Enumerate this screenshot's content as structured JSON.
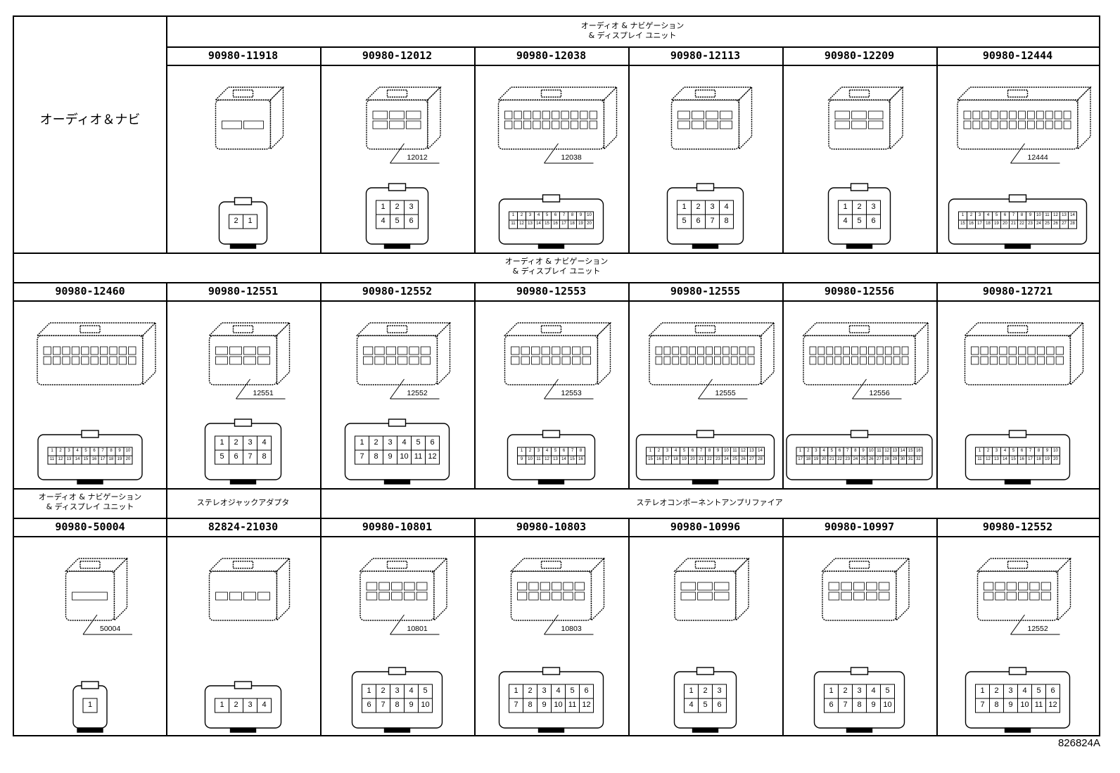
{
  "row1": {
    "left_label": "オーディオ＆ナビ",
    "header_line1": "オーディオ & ナビゲーション",
    "header_line2": "& ディスプレイ ユニット",
    "cells": [
      {
        "pn": "90980-11918",
        "label": "",
        "pins": [
          "2",
          "1"
        ]
      },
      {
        "pn": "90980-12012",
        "label": "12012",
        "pins": [
          "1",
          "2",
          "3",
          "4",
          "5",
          "6"
        ]
      },
      {
        "pn": "90980-12038",
        "label": "12038",
        "pins": [
          "1",
          "2",
          "3",
          "4",
          "5",
          "6",
          "7",
          "8",
          "9",
          "10",
          "11",
          "12",
          "13",
          "14",
          "15",
          "16",
          "17",
          "18",
          "19",
          "20"
        ]
      },
      {
        "pn": "90980-12113",
        "label": "",
        "pins": [
          "1",
          "2",
          "3",
          "4",
          "5",
          "6",
          "7",
          "8"
        ]
      },
      {
        "pn": "90980-12209",
        "label": "",
        "pins": [
          "1",
          "2",
          "3",
          "4",
          "5",
          "6"
        ]
      },
      {
        "pn": "90980-12444",
        "label": "12444",
        "pins": [
          "1",
          "2",
          "3",
          "4",
          "5",
          "6",
          "7",
          "8",
          "9",
          "10",
          "11",
          "12",
          "13",
          "14",
          "15",
          "16",
          "17",
          "18",
          "19",
          "20",
          "21",
          "22",
          "23",
          "24",
          "25",
          "26",
          "27",
          "28"
        ]
      }
    ]
  },
  "row2": {
    "header_line1": "オーディオ & ナビゲーション",
    "header_line2": "& ディスプレイ ユニット",
    "cells": [
      {
        "pn": "90980-12460",
        "label": "",
        "pins": [
          "1",
          "2",
          "3",
          "4",
          "5",
          "6",
          "7",
          "8",
          "9",
          "10",
          "11",
          "12",
          "13",
          "14",
          "15",
          "16",
          "17",
          "18",
          "19",
          "20"
        ]
      },
      {
        "pn": "90980-12551",
        "label": "12551",
        "pins": [
          "1",
          "2",
          "3",
          "4",
          "5",
          "6",
          "7",
          "8"
        ]
      },
      {
        "pn": "90980-12552",
        "label": "12552",
        "pins": [
          "1",
          "2",
          "3",
          "4",
          "5",
          "6",
          "7",
          "8",
          "9",
          "10",
          "11",
          "12"
        ]
      },
      {
        "pn": "90980-12553",
        "label": "12553",
        "pins": [
          "1",
          "2",
          "3",
          "4",
          "5",
          "6",
          "7",
          "8",
          "9",
          "10",
          "11",
          "12",
          "13",
          "14",
          "15",
          "16"
        ]
      },
      {
        "pn": "90980-12555",
        "label": "12555",
        "pins": [
          "1",
          "2",
          "3",
          "4",
          "5",
          "6",
          "7",
          "8",
          "9",
          "10",
          "11",
          "12",
          "13",
          "14",
          "15",
          "16",
          "17",
          "18",
          "19",
          "20",
          "21",
          "22",
          "23",
          "24",
          "25",
          "26",
          "27",
          "28"
        ]
      },
      {
        "pn": "90980-12556",
        "label": "12556",
        "pins": [
          "1",
          "2",
          "3",
          "4",
          "5",
          "6",
          "7",
          "8",
          "9",
          "10",
          "11",
          "12",
          "13",
          "14",
          "15",
          "16",
          "17",
          "18",
          "19",
          "20",
          "21",
          "22",
          "23",
          "24",
          "25",
          "26",
          "27",
          "28",
          "29",
          "30",
          "31",
          "32"
        ]
      },
      {
        "pn": "90980-12721",
        "label": "",
        "pins": [
          "1",
          "2",
          "3",
          "4",
          "5",
          "6",
          "7",
          "8",
          "9",
          "10",
          "11",
          "12",
          "13",
          "14",
          "15",
          "16",
          "17",
          "18",
          "19",
          "20"
        ]
      }
    ]
  },
  "row3": {
    "header_a_line1": "オーディオ & ナビゲーション",
    "header_a_line2": "& ディスプレイ ユニット",
    "header_b": "ステレオジャックアダプタ",
    "header_c": "ステレオコンポーネントアンプリファイア",
    "cells": [
      {
        "pn": "90980-50004",
        "label": "50004",
        "pins": [
          "1"
        ]
      },
      {
        "pn": "82824-21030",
        "label": "",
        "pins": [
          "1",
          "2",
          "3",
          "4"
        ]
      },
      {
        "pn": "90980-10801",
        "label": "10801",
        "pins": [
          "1",
          "2",
          "3",
          "4",
          "5",
          "6",
          "7",
          "8",
          "9",
          "10"
        ]
      },
      {
        "pn": "90980-10803",
        "label": "10803",
        "pins": [
          "1",
          "2",
          "3",
          "4",
          "5",
          "6",
          "7",
          "8",
          "9",
          "10",
          "11",
          "12"
        ]
      },
      {
        "pn": "90980-10996",
        "label": "",
        "pins": [
          "1",
          "2",
          "3",
          "4",
          "5",
          "6"
        ]
      },
      {
        "pn": "90980-10997",
        "label": "",
        "pins": [
          "1",
          "2",
          "3",
          "4",
          "5",
          "6",
          "7",
          "8",
          "9",
          "10"
        ]
      },
      {
        "pn": "90980-12552",
        "label": "12552",
        "pins": [
          "1",
          "2",
          "3",
          "4",
          "5",
          "6",
          "7",
          "8",
          "9",
          "10",
          "11",
          "12"
        ]
      }
    ]
  },
  "footer_code": "826824A"
}
